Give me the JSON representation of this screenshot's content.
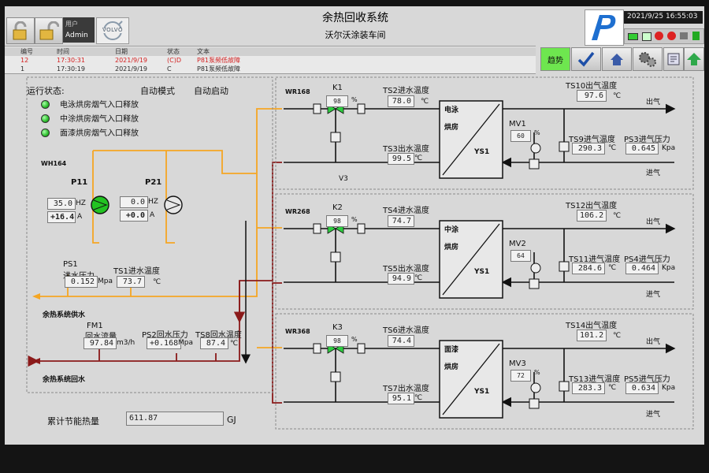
{
  "header": {
    "title": "余热回收系统",
    "subtitle": "沃尔沃涂装车间",
    "user_label": "用户",
    "user_name": "Admin",
    "logo_text": "VOLVO",
    "datetime": "2021/9/25 16:55:03"
  },
  "alarm_table": {
    "columns": [
      "编号",
      "时间",
      "日期",
      "状态",
      "文本"
    ],
    "rows": [
      {
        "no": "12",
        "time": "17:30:31",
        "date": "2021/9/19",
        "status": "(C)D",
        "text": "P81泵频低故障",
        "color": "#d42020"
      },
      {
        "no": "1",
        "time": "17:30:19",
        "date": "2021/9/19",
        "status": "C",
        "text": "P81泵频低故障",
        "color": "#2a2a2a"
      }
    ]
  },
  "toolbar": {
    "trend_label": "趋势",
    "trend_color": "#6ee64f"
  },
  "status": {
    "title": "运行状态:",
    "mode": "自动模式",
    "start": "自动启动",
    "items": [
      "电泳烘房烟气入口释放",
      "中涂烘房烟气入口释放",
      "面漆烘房烟气入口释放"
    ]
  },
  "pumps": {
    "group_label": "WH164",
    "p11": {
      "name": "P11",
      "freq": "35.0",
      "freq_unit": "HZ",
      "current": "+16.4",
      "current_unit": "A"
    },
    "p21": {
      "name": "P21",
      "freq": "0.0",
      "freq_unit": "HZ",
      "current": "+0.0",
      "current_unit": "A"
    }
  },
  "supply": {
    "ps1_label_1": "PS1",
    "ps1_label_2": "进水压力",
    "ps1_value": "0.152",
    "ps1_unit": "Mpa",
    "ts1_label": "TS1进水温度",
    "ts1_value": "73.7",
    "ts1_unit": "℃",
    "supply_label": "余热系统供水"
  },
  "return": {
    "fm1_label_1": "FM1",
    "fm1_label_2": "回水流量",
    "fm1_value": "97.84",
    "fm1_unit": "m3/h",
    "ps2_label": "PS2回水压力",
    "ps2_value": "+0.168",
    "ps2_unit": "Mpa",
    "ts8_label": "TS8回水温度",
    "ts8_value": "87.4",
    "ts8_unit": "℃",
    "return_label": "余热系统回水"
  },
  "energy": {
    "label": "累计节能热量",
    "value": "611.87",
    "unit": "GJ"
  },
  "units": [
    {
      "code": "WR168",
      "valve": "K1",
      "valve_pct": "98",
      "pct": "%",
      "v3": "V3",
      "ts_in_label": "TS2进水温度",
      "ts_in": "78.0",
      "ts_out_label": "TS3出水温度",
      "ts_out": "99.5",
      "oven_1": "电泳",
      "oven_2": "烘房",
      "ys": "YS1",
      "mv": "MV1",
      "mv_pct": "60",
      "ts_gas_out_label": "TS10出气温度",
      "ts_gas_out": "97.6",
      "ts_gas_in_label": "TS9进气温度",
      "ts_gas_in": "290.3",
      "ps_label": "PS3进气压力",
      "ps": "0.645",
      "gas_out": "出气",
      "gas_in": "进气",
      "deg": "℃",
      "kpa": "Kpa"
    },
    {
      "code": "WR268",
      "valve": "K2",
      "valve_pct": "98",
      "pct": "%",
      "v3": "",
      "ts_in_label": "TS4进水温度",
      "ts_in": "74.7",
      "ts_out_label": "TS5出水温度",
      "ts_out": "94.9",
      "oven_1": "中涂",
      "oven_2": "烘房",
      "ys": "YS1",
      "mv": "MV2",
      "mv_pct": "64",
      "ts_gas_out_label": "TS12出气温度",
      "ts_gas_out": "106.2",
      "ts_gas_in_label": "TS11进气温度",
      "ts_gas_in": "284.6",
      "ps_label": "PS4进气压力",
      "ps": "0.464",
      "gas_out": "出气",
      "gas_in": "进气",
      "deg": "℃",
      "kpa": "Kpa"
    },
    {
      "code": "WR368",
      "valve": "K3",
      "valve_pct": "98",
      "pct": "%",
      "v3": "",
      "ts_in_label": "TS6进水温度",
      "ts_in": "74.4",
      "ts_out_label": "TS7出水温度",
      "ts_out": "95.1",
      "oven_1": "面漆",
      "oven_2": "烘房",
      "ys": "YS1",
      "mv": "MV3",
      "mv_pct": "72",
      "ts_gas_out_label": "TS14出气温度",
      "ts_gas_out": "101.2",
      "ts_gas_in_label": "TS13进气温度",
      "ts_gas_in": "283.3",
      "ps_label": "PS5进气压力",
      "ps": "0.634",
      "gas_out": "出气",
      "gas_in": "进气",
      "deg": "℃",
      "kpa": "Kpa"
    }
  ],
  "colors": {
    "supply_pipe": "#f5a623",
    "return_pipe": "#8b1a1a",
    "valve_open": "#2ecc40",
    "pump_on": "#22c322",
    "alarm_red": "#d42020"
  }
}
